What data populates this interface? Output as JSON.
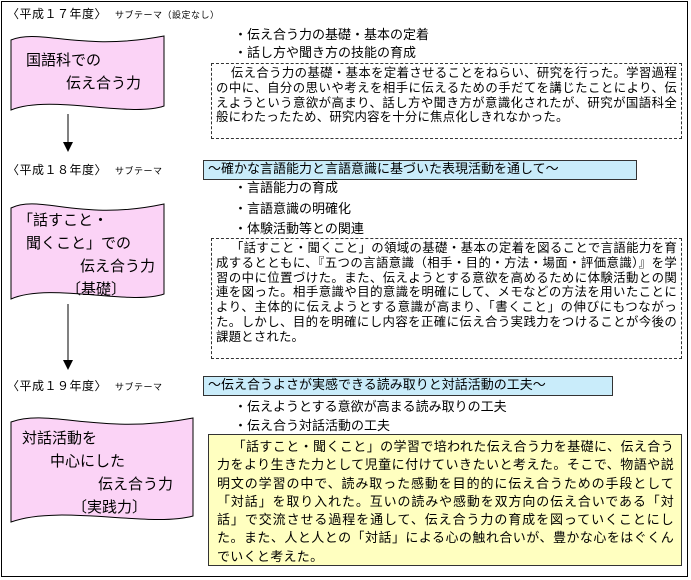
{
  "colors": {
    "flag_fill": "#fbd3f6",
    "theme_fill": "#c9ecfa",
    "yellow_fill": "#ffffc0"
  },
  "sections": [
    {
      "year": "〈平成１７年度〉",
      "subtheme_label": "サブテーマ（設定なし）",
      "title_lines": [
        "国語科での",
        "伝え合う力"
      ],
      "bullets": [
        "・伝え合う力の基礎・基本の定着",
        "・話し方や聞き方の技能の育成"
      ],
      "description": "伝え合う力の基礎・基本を定着させることをねらい、研究を行った。学習過程の中に、自分の思いや考えを相手に伝えるための手だてを講じたことにより、伝えようという意欲が高まり、話し方や聞き方が意識化されたが、研究が国語科全般にわたったため、研究内容を十分に焦点化しきれなかった。"
    },
    {
      "year": "〈平成１８年度〉",
      "subtheme_label": "サブテーマ",
      "subtheme": "～確かな言語能力と言語意識に基づいた表現活動を通して～",
      "title_lines": [
        "「話すこと・",
        "聞くこと」での",
        "伝え合う力",
        "〔基礎〕"
      ],
      "bullets": [
        "・言語能力の育成",
        "・言語意識の明確化",
        "・体験活動等との関連"
      ],
      "description": "「話すこと・聞くこと」の領域の基礎・基本の定着を図ることで言語能力を育成するとともに、『五つの言語意識（相手・目的・方法・場面・評価意識）』を学習の中に位置づけた。また、伝えようとする意欲を高めるために体験活動との関連を図った。相手意識や目的意識を明確にして、メモなどの方法を用いたことにより、主体的に伝えようとする意識が高まり、「書くこと」の伸びにもつながった。しかし、目的を明確にし内容を正確に伝え合う実践力をつけることが今後の課題とされた。"
    },
    {
      "year": "〈平成１９年度〉",
      "subtheme_label": "サブテーマ",
      "subtheme": "～伝え合うよさが実感できる読み取りと対話活動の工夫～",
      "title_lines": [
        "対話活動を",
        "中心にした",
        "伝え合う力",
        "〔実践力〕"
      ],
      "bullets": [
        "・伝えようとする意欲が高まる読み取りの工夫",
        "・伝え合う対話活動の工夫"
      ],
      "description": "「話すこと・聞くこと」の学習で培われた伝え合う力を基礎に、伝え合う力をより生きた力として児童に付けていきたいと考えた。そこで、物語や説明文の学習の中で、読み取った感動を目的的に伝え合うための手段として「対話」を取り入れた。互いの読みや感動を双方向の伝え合いである「対話」で交流させる過程を通して、伝え合う力の育成を図っていくことにした。また、人と人との「対話」による心の触れ合いが、豊かな心をはぐくんでいくと考えた。"
    }
  ]
}
